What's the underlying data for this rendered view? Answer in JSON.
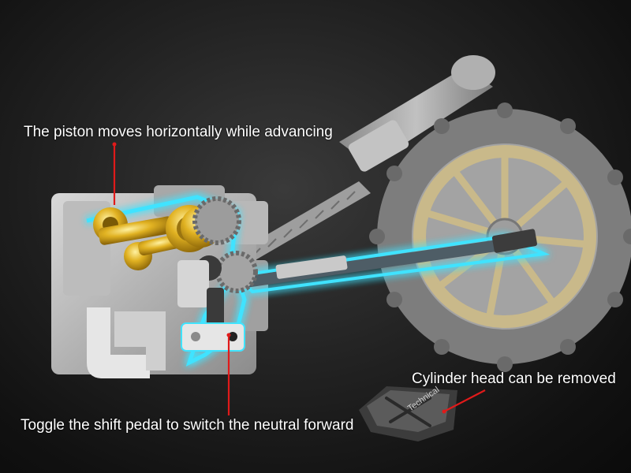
{
  "callouts": {
    "piston": "The piston moves horizontally while advancing",
    "shift_pedal": "Toggle the shift pedal to switch the neutral forward",
    "cylinder_head": "Cylinder head can be removed"
  },
  "badge_text": "Technical",
  "colors": {
    "background": "#1c1c1c",
    "callout_text": "#ffffff",
    "pointer_line": "#e01a1a",
    "glow": "#3fe3ff",
    "gold_parts": "#d4a017",
    "wheel_rim": "#c9b98a",
    "tire": "#8a8a8a",
    "engine_block": "#bdbdbd"
  }
}
